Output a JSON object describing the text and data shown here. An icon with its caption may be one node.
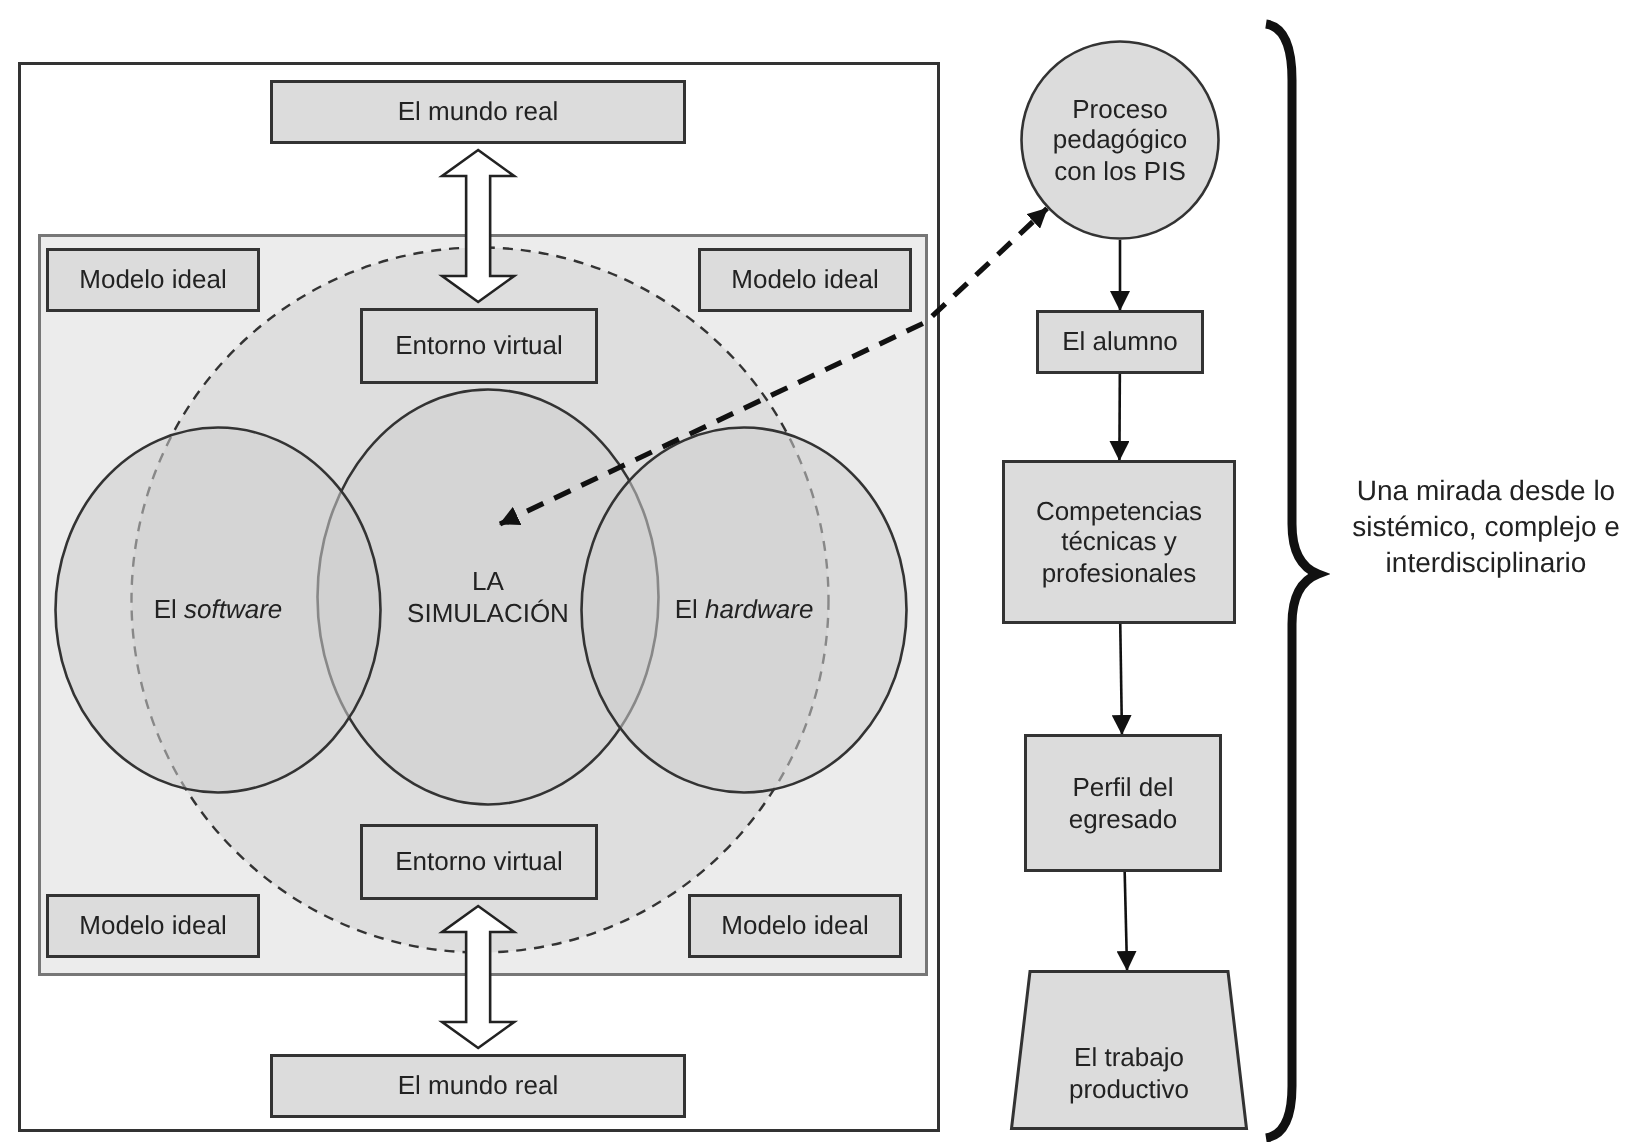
{
  "diagram": {
    "nodes": [
      {
        "text": [],
        "shape": "box"
      },
      {
        "text": [
          "El mundo real"
        ],
        "in": 0
      },
      {
        "text": [],
        "shape": "box",
        "in": 0
      },
      {
        "text": [
          "Modelo ideal"
        ],
        "in": 2
      },
      {
        "text": [
          "Modelo ideal"
        ],
        "in": 2
      },
      {
        "text": [],
        "shape": "circle",
        "in": 2
      },
      {
        "text": [
          "Entorno virtual"
        ],
        "in": 5
      },
      {
        "text": [
          "El *software*"
        ],
        "in": 2
      },
      {
        "text": [
          "LA SIMULACIÓN"
        ],
        "in": 5
      },
      {
        "text": [
          "El *hardware*"
        ],
        "in": 2
      },
      {
        "text": [
          "Entorno virtual"
        ],
        "in": 5
      },
      {
        "text": [
          "Modelo ideal"
        ],
        "in": 2
      },
      {
        "text": [
          "Modelo ideal"
        ],
        "in": 2
      },
      {
        "text": [
          "El mundo real"
        ],
        "in": 0
      },
      {
        "text": [
          "Proceso pedagógico con los PIS"
        ]
      },
      {
        "text": [
          "El alumno"
        ]
      },
      {
        "text": [
          "Competencias técnicas y profesionales"
        ]
      },
      {
        "text": [
          "Perfil del egresado"
        ]
      },
      {
        "text": [
          "El trabajo productivo"
        ]
      }
    ],
    "edges": [
      {
        "from": 1,
        "to": 6,
        "arrow": "both"
      },
      {
        "from": 13,
        "to": 10,
        "arrow": "both"
      },
      {
        "from": 8,
        "to": 14,
        "arrow": "both",
        "style": "dashed"
      },
      {
        "from": 14,
        "to": 15,
        "arrow": "to"
      },
      {
        "from": 15,
        "to": 16,
        "arrow": "to"
      },
      {
        "from": 16,
        "to": 17,
        "arrow": "to"
      },
      {
        "from": 17,
        "to": 18,
        "arrow": "to"
      }
    ],
    "labels": [
      "Una mirada desde lo sistémico, complejo e interdisciplinario"
    ]
  }
}
